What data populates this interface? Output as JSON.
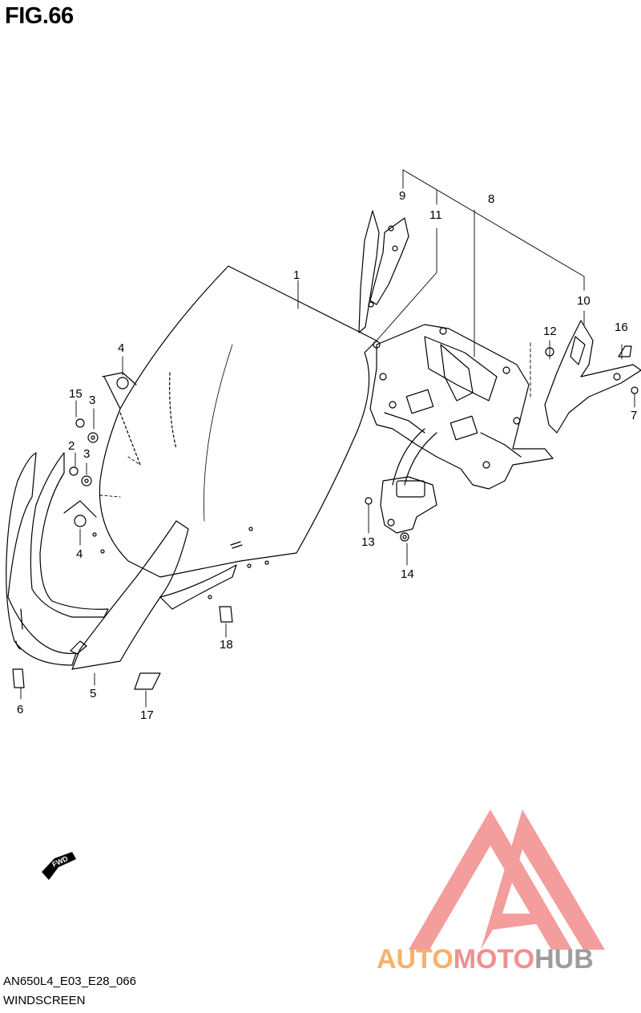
{
  "figure": {
    "title": "FIG.66",
    "model_code": "AN650L4_E03_E28_066",
    "section_name": "WINDSCREEN"
  },
  "callouts": [
    "1",
    "2",
    "3",
    "3",
    "4",
    "4",
    "5",
    "6",
    "7",
    "8",
    "9",
    "10",
    "11",
    "12",
    "13",
    "14",
    "15",
    "16",
    "17",
    "18"
  ],
  "fwd_label": "FWD",
  "watermark": {
    "word_1": "AUTO",
    "word_2": "MOTO",
    "word_3": "HUB",
    "colors": {
      "auto": "#f6b16a",
      "moto": "#f0908f",
      "hub": "#9d9d9d",
      "logo": "#f28d8d"
    }
  }
}
